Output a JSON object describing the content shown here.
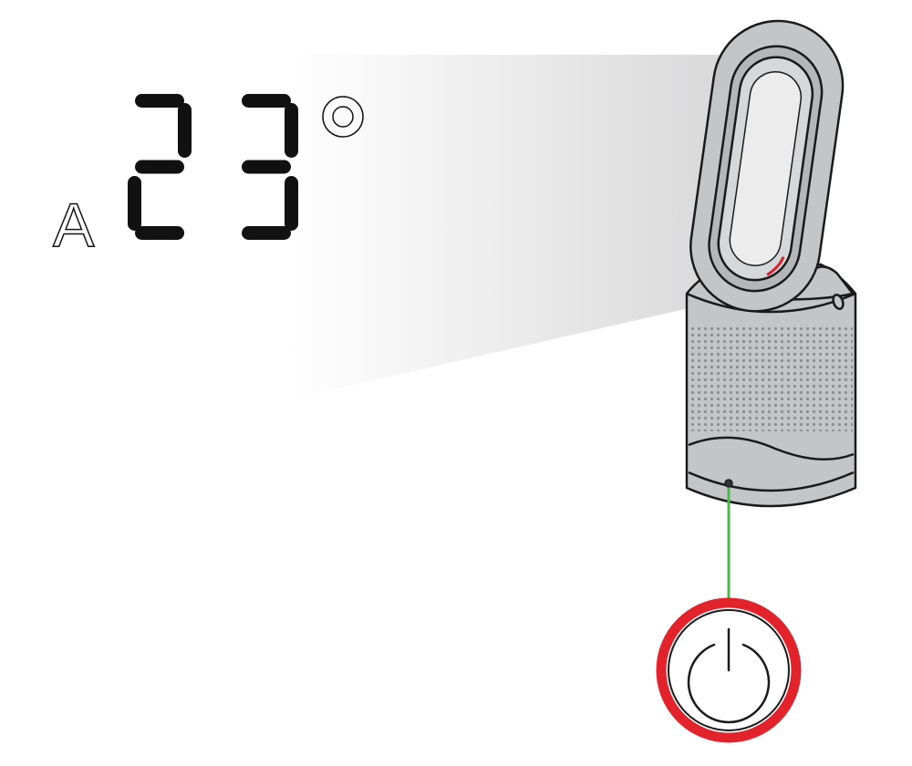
{
  "display": {
    "mode_letter": "A",
    "temperature": "23",
    "unit_symbol": "°"
  },
  "colors": {
    "segment": "#111111",
    "fan_body": "#c4c5c7",
    "fan_outline": "#1a1a1a",
    "indicator_line": "#4cb84c",
    "power_ring": "#e3232c",
    "accent_red": "#d8202a"
  },
  "icons": [
    "power-icon",
    "degree-symbol",
    "seven-segment-digit"
  ]
}
